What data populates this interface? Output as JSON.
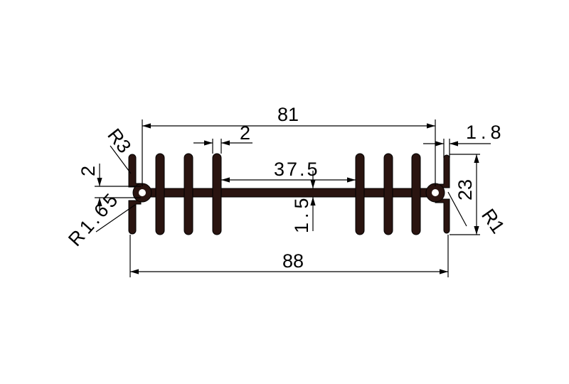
{
  "drawing": {
    "profile_color": "#2a1410",
    "dimensions": {
      "overall_width": "88",
      "inner_width": "81",
      "fin_gap_center": "37.5",
      "fin_thickness": "2",
      "base_thickness": "1.5",
      "flange_thickness": "1.8",
      "height": "23",
      "slot_gap": "2",
      "radius_top": "R3",
      "radius_slot": "R1.65",
      "radius_right": "R1"
    }
  }
}
